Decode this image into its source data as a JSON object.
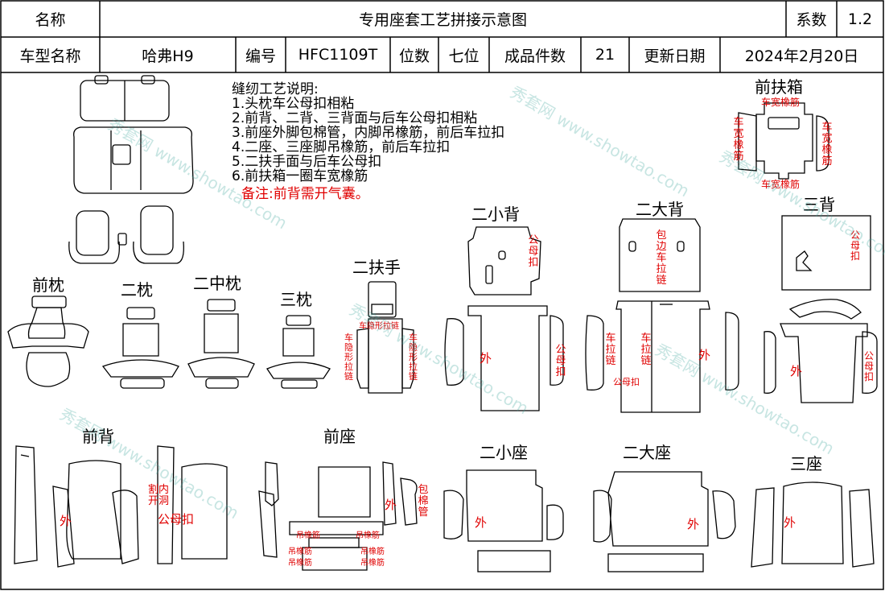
{
  "header": {
    "name_label": "名称",
    "title": "专用座套工艺拼接示意图",
    "coef_label": "系数",
    "coef_value": "1.2",
    "model_label": "车型名称",
    "model_value": "哈弗H9",
    "code_label": "编号",
    "code_value": "HFC1109T",
    "seats_label": "位数",
    "seats_value": "七位",
    "pieces_label": "成品件数",
    "pieces_value": "21",
    "date_label": "更新日期",
    "date_value": "2024年2月20日"
  },
  "instructions": {
    "heading": "缝纫工艺说明:",
    "lines": [
      "1.头枕车公母扣相粘",
      "2.前背、二背、三背面与后车公母扣相粘",
      "3.前座外脚包棉管，内脚吊橡筋，前后车拉扣",
      "4.二座、三座脚吊橡筋，前后车拉扣",
      "5.二扶手面与后车公母扣",
      "6.前扶箱一圈车宽橡筋"
    ],
    "note": "备注:前背需开气囊。"
  },
  "sections": {
    "front_box": "前扶箱",
    "front_pillow": "前枕",
    "second_pillow": "二枕",
    "second_mid_pillow": "二中枕",
    "third_pillow": "三枕",
    "second_armrest": "二扶手",
    "second_small_back": "二小背",
    "second_large_back": "二大背",
    "third_back": "三背",
    "front_back": "前背",
    "front_seat": "前座",
    "second_small_seat": "二小座",
    "second_large_seat": "二大座",
    "third_seat": "三座"
  },
  "annotations": {
    "wide_elastic_top": "车宽橡筋",
    "wide_elastic_left": "车宽橡筋",
    "wide_elastic_right": "车宽橡筋",
    "wide_elastic_bottom": "车宽橡筋",
    "armrest_zipper_top": "车隐形拉链",
    "armrest_zipper_left": "车隐形拉链",
    "armrest_zipper_right": "车隐形拉链",
    "snap_small_back_top": "公母扣",
    "snap_small_back_side": "公母扣",
    "outer_small_back": "外",
    "edge_zipper": "包边车拉链",
    "zipper_left": "车拉链",
    "zipper_right": "车拉链",
    "snap_large_back": "公母扣",
    "outer_large_back": "外",
    "snap_third_back_top": "公母扣",
    "snap_third_back_side": "公母扣",
    "outer_third_back": "外",
    "outer_front_back": "外",
    "inner_opening": "割内开洞",
    "snap_front_back": "公母扣",
    "foam_tube": "包棉管",
    "outer_front_seat": "外",
    "elastic_1": "吊橡筋",
    "elastic_2": "吊橡筋",
    "elastic_3": "吊橡筋",
    "elastic_4": "吊橡筋",
    "elastic_5": "吊橡筋",
    "elastic_6": "吊橡筋",
    "outer_small_seat": "外",
    "outer_large_seat": "外",
    "outer_third_seat": "外"
  },
  "watermarks": [
    "秀套网 www.showtao.com"
  ],
  "colors": {
    "line": "#000000",
    "annotation": "#e00000",
    "watermark": "#3aa39a"
  }
}
